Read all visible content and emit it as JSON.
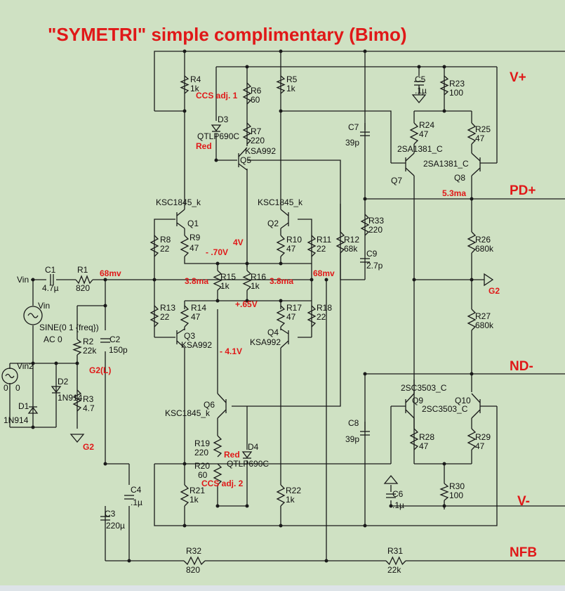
{
  "title": "\"SYMETRI\"  simple complimentary (Bimo)",
  "rails": [
    "V+",
    "PD+",
    "ND-",
    "V-",
    "NFB"
  ],
  "net_labels": [
    "G2",
    "G2",
    "G2(L)",
    "Vin",
    "Vin",
    "Vin2"
  ],
  "source": {
    "expr": "SINE(0 1 {freq})",
    "ac": "AC 0"
  },
  "annotations": [
    "CCS adj. 1",
    "CCS adj. 2",
    "68mv",
    "68mv",
    "4V",
    "- .70V",
    "+.65V",
    "- 4.1V",
    "3.8ma",
    "3.8ma",
    "5.3ma",
    "Red",
    "Red"
  ],
  "components": [
    {
      "ref": "R4",
      "val": "1k"
    },
    {
      "ref": "R5",
      "val": "1k"
    },
    {
      "ref": "R6",
      "val": "60"
    },
    {
      "ref": "R7",
      "val": "220"
    },
    {
      "ref": "R8",
      "val": "22"
    },
    {
      "ref": "R9",
      "val": "47"
    },
    {
      "ref": "R10",
      "val": "47"
    },
    {
      "ref": "R11",
      "val": "22"
    },
    {
      "ref": "R12",
      "val": "68k"
    },
    {
      "ref": "R13",
      "val": "22"
    },
    {
      "ref": "R14",
      "val": "47"
    },
    {
      "ref": "R15",
      "val": "1k"
    },
    {
      "ref": "R16",
      "val": "1k"
    },
    {
      "ref": "R17",
      "val": "47"
    },
    {
      "ref": "R18",
      "val": "22"
    },
    {
      "ref": "R19",
      "val": "220"
    },
    {
      "ref": "R20",
      "val": "60"
    },
    {
      "ref": "R21",
      "val": "1k"
    },
    {
      "ref": "R22",
      "val": "1k"
    },
    {
      "ref": "R23",
      "val": "100"
    },
    {
      "ref": "R24",
      "val": "47"
    },
    {
      "ref": "R25",
      "val": "47"
    },
    {
      "ref": "R26",
      "val": "680k"
    },
    {
      "ref": "R27",
      "val": "680k"
    },
    {
      "ref": "R28",
      "val": "47"
    },
    {
      "ref": "R29",
      "val": "47"
    },
    {
      "ref": "R30",
      "val": "100"
    },
    {
      "ref": "R31",
      "val": "22k"
    },
    {
      "ref": "R32",
      "val": "820"
    },
    {
      "ref": "R33",
      "val": "220"
    },
    {
      "ref": "R1",
      "val": "820"
    },
    {
      "ref": "R2",
      "val": "22k"
    },
    {
      "ref": "R3",
      "val": "4.7"
    },
    {
      "ref": "C1",
      "val": "4.7µ"
    },
    {
      "ref": "C2",
      "val": "150p"
    },
    {
      "ref": "C3",
      "val": "220µ"
    },
    {
      "ref": "C4",
      "val": ".1µ"
    },
    {
      "ref": "C5",
      "val": ".1µ"
    },
    {
      "ref": "C6",
      "val": ".1µ"
    },
    {
      "ref": "C7",
      "val": "39p"
    },
    {
      "ref": "C8",
      "val": "39p"
    },
    {
      "ref": "C9",
      "val": "2.7p"
    },
    {
      "ref": "Q1",
      "val": "KSC1845_k"
    },
    {
      "ref": "Q2",
      "val": "KSC1845_k"
    },
    {
      "ref": "Q3",
      "val": "KSA992"
    },
    {
      "ref": "Q4",
      "val": "KSA992"
    },
    {
      "ref": "Q5",
      "val": "KSA992"
    },
    {
      "ref": "Q6",
      "val": "KSC1845_k"
    },
    {
      "ref": "Q7",
      "val": "2SA1381_C"
    },
    {
      "ref": "Q8",
      "val": "2SA1381_C"
    },
    {
      "ref": "Q9",
      "val": "2SC3503_C"
    },
    {
      "ref": "Q10",
      "val": "2SC3503_C"
    },
    {
      "ref": "D1",
      "val": "1N914"
    },
    {
      "ref": "D2",
      "val": "1N914"
    },
    {
      "ref": "D3",
      "val": "QTLP690C"
    },
    {
      "ref": "D4",
      "val": "QTLP690C"
    }
  ]
}
